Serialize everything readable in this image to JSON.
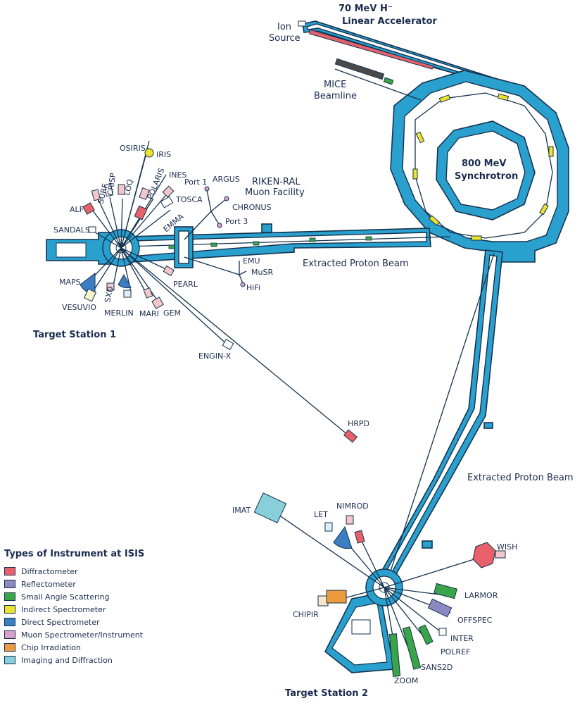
{
  "labels": {
    "linac": "70 MeV H⁻",
    "linac2": "Linear Accelerator",
    "ion_source": "Ion",
    "ion_source2": "Source",
    "mice": "MICE",
    "mice2": "Beamline",
    "synchrotron": "800 MeV",
    "synchrotron2": "Synchrotron",
    "riken": "RIKEN-RAL",
    "riken2": "Muon Facility",
    "epb1": "Extracted Proton Beam",
    "epb2": "Extracted Proton Beam",
    "ts1": "Target Station 1",
    "ts2": "Target Station 2"
  },
  "ts1_instruments": {
    "osiris": "OSIRIS",
    "iris": "IRIS",
    "ines": "INES",
    "polaris": "POLARIS",
    "loq": "LOQ",
    "crisp": "CRISP",
    "surf": "SURF",
    "alf": "ALF",
    "sandals": "SANDALS",
    "tosca": "TOSCA",
    "emma": "EMMA",
    "maps": "MAPS",
    "vesuvio": "VESUVIO",
    "sxd": "SXD",
    "merlin": "MERLIN",
    "mari": "MARI",
    "gem": "GEM",
    "pearl": "PEARL",
    "enginx": "ENGIN-X",
    "hrpd": "HRPD"
  },
  "muon_ports": {
    "port1": "Port 1",
    "argus": "ARGUS",
    "chronus": "CHRONUS",
    "port3": "Port 3",
    "emu": "EMU",
    "musr": "MuSR",
    "hifi": "HiFi"
  },
  "ts2_instruments": {
    "imat": "IMAT",
    "let": "LET",
    "nimrod": "NIMROD",
    "wish": "WISH",
    "larmor": "LARMOR",
    "offspec": "OFFSPEC",
    "inter": "INTER",
    "polref": "POLREF",
    "sans2d": "SANS2D",
    "zoom": "ZOOM",
    "chipir": "CHIPIR"
  },
  "legend": {
    "title": "Types of Instrument at ISIS",
    "items": [
      {
        "label": "Diffractometer",
        "color": "#e8616a"
      },
      {
        "label": "Reflectometer",
        "color": "#8d88c2"
      },
      {
        "label": "Small Angle Scattering",
        "color": "#3aa548"
      },
      {
        "label": "Indirect Spectrometer",
        "color": "#ede32c"
      },
      {
        "label": "Direct Spectrometer",
        "color": "#3a7fc3"
      },
      {
        "label": "Muon Spectrometer/Instrument",
        "color": "#d7a1c8"
      },
      {
        "label": "Chip Irradiation",
        "color": "#ee9a3e"
      },
      {
        "label": "Imaging and Diffraction",
        "color": "#89cfd9"
      }
    ]
  }
}
